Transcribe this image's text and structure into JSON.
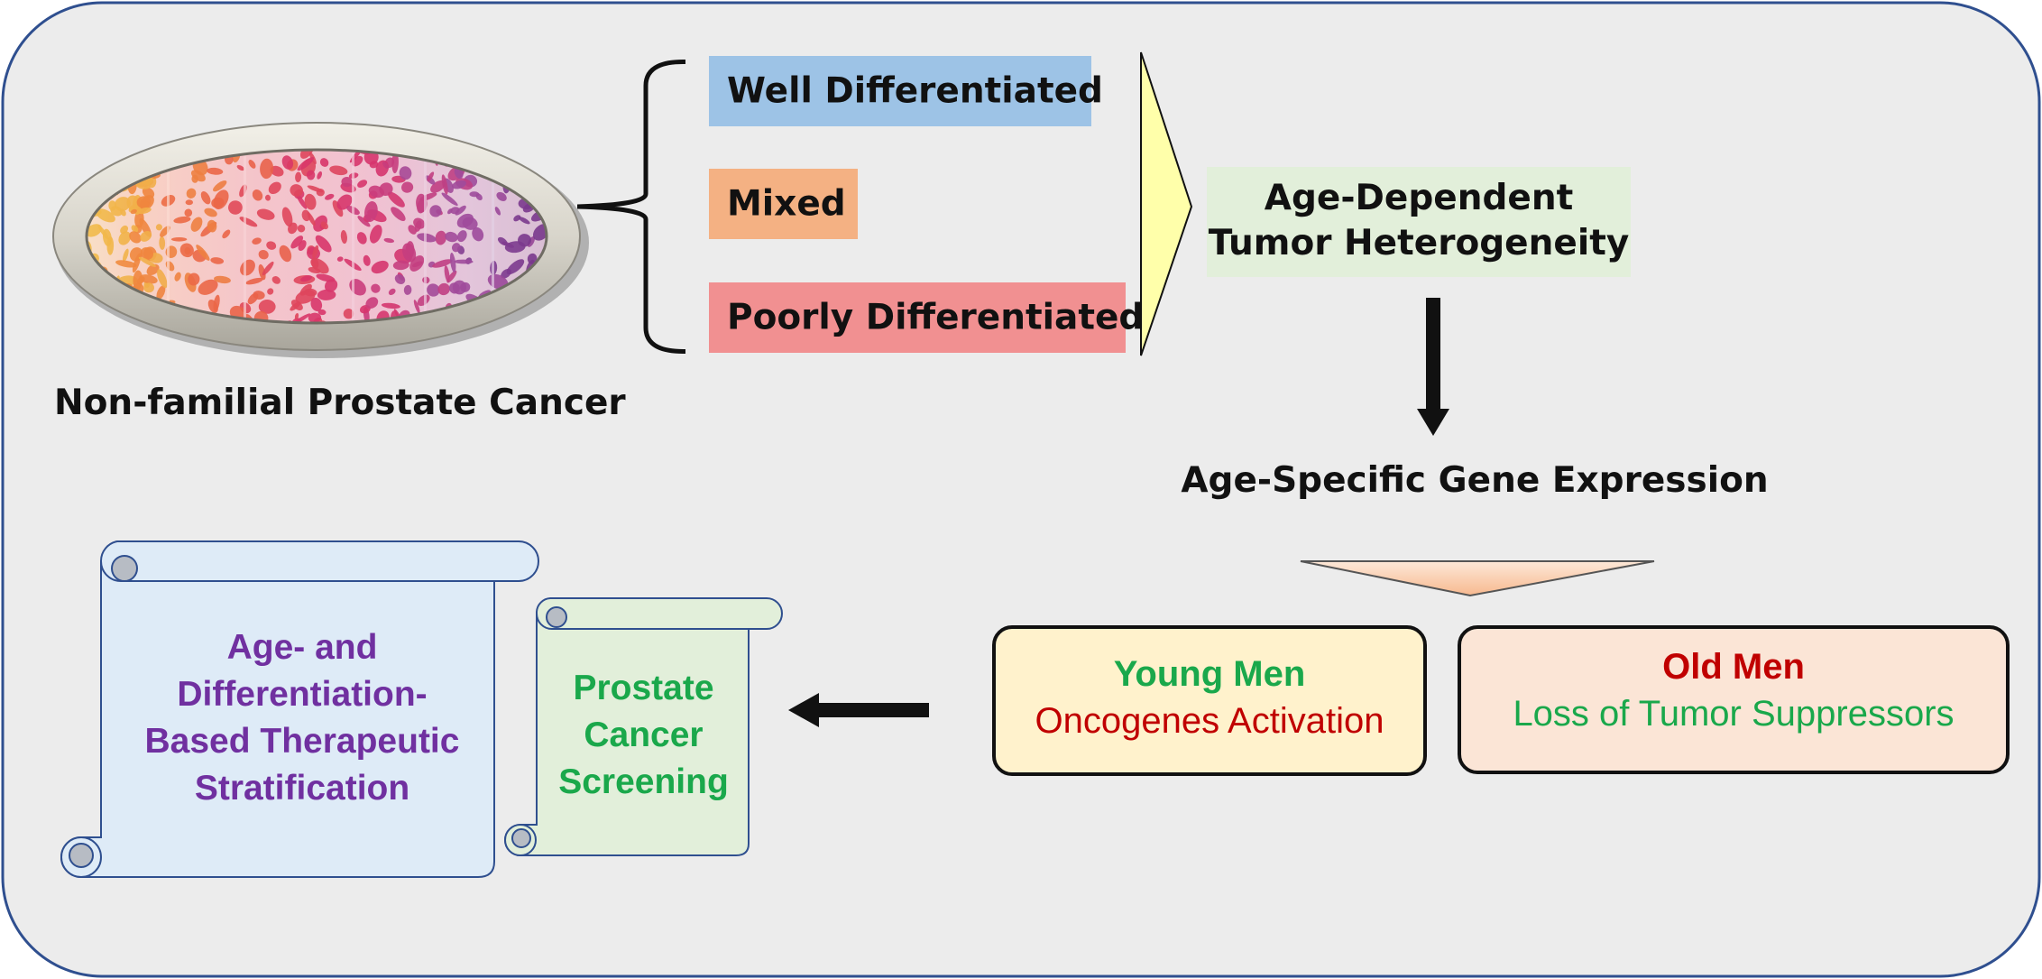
{
  "source": {
    "label": "Non-familial Prostate Cancer",
    "image_icon": "tissue-histology-image"
  },
  "grades": [
    {
      "label": "Well Differentiated",
      "color": "#9dc3e6"
    },
    {
      "label": "Mixed",
      "color": "#f4b183"
    },
    {
      "label": "Poorly Differentiated",
      "color": "#f19091"
    }
  ],
  "heterogeneity": {
    "line1": "Age-Dependent",
    "line2": "Tumor Heterogeneity"
  },
  "expression_label": "Age-Specific Gene Expression",
  "groups": {
    "young": {
      "title": "Young Men",
      "subtitle": "Oncogenes Activation",
      "title_color": "#1aa84b",
      "subtitle_color": "#c00000",
      "fill": "#fff2cc"
    },
    "old": {
      "title": "Old Men",
      "subtitle": "Loss of Tumor Suppressors",
      "title_color": "#c00000",
      "subtitle_color": "#1aa84b",
      "fill": "#fbe5d6"
    }
  },
  "outcomes": {
    "stratification": {
      "lines": [
        "Age- and",
        "Differentiation-",
        "Based Therapeutic",
        "Stratification"
      ],
      "color": "#7030a0"
    },
    "screening": {
      "lines": [
        "Prostate",
        "Cancer",
        "Screening"
      ],
      "color": "#1aa84b"
    }
  },
  "colors": {
    "panel_bg": "#ececec",
    "panel_border": "#2f4f8f",
    "heterogeneity_fill": "#e2efda",
    "triangle_fill": "#ffffaa",
    "stratification_scroll": "#deebf7",
    "screening_scroll": "#e2efda"
  }
}
